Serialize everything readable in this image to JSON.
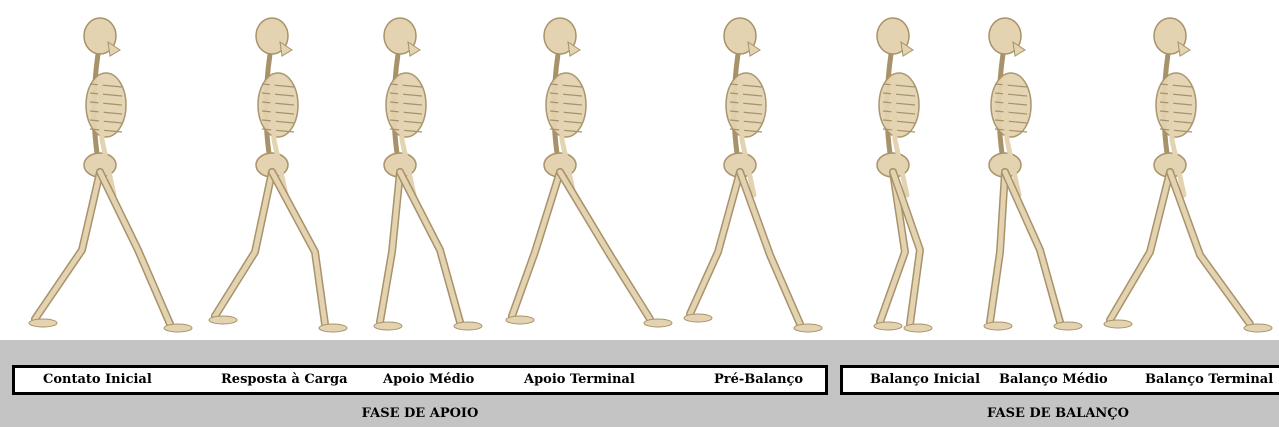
{
  "stance_phase": {
    "title": "FASE DE APOIO",
    "stages": [
      "Contato Inicial",
      "Resposta à Carga",
      "Apoio Médio",
      "Apoio Terminal",
      "Pré-Balanço"
    ]
  },
  "swing_phase": {
    "title": "FASE DE BALANÇO",
    "stages": [
      "Balanço Inicial",
      "Balanço Médio",
      "Balanço Terminal"
    ]
  },
  "colors": {
    "bone": "#e3d3b0",
    "bone_shadow": "#a8926a",
    "band": "#c4c4c4"
  }
}
